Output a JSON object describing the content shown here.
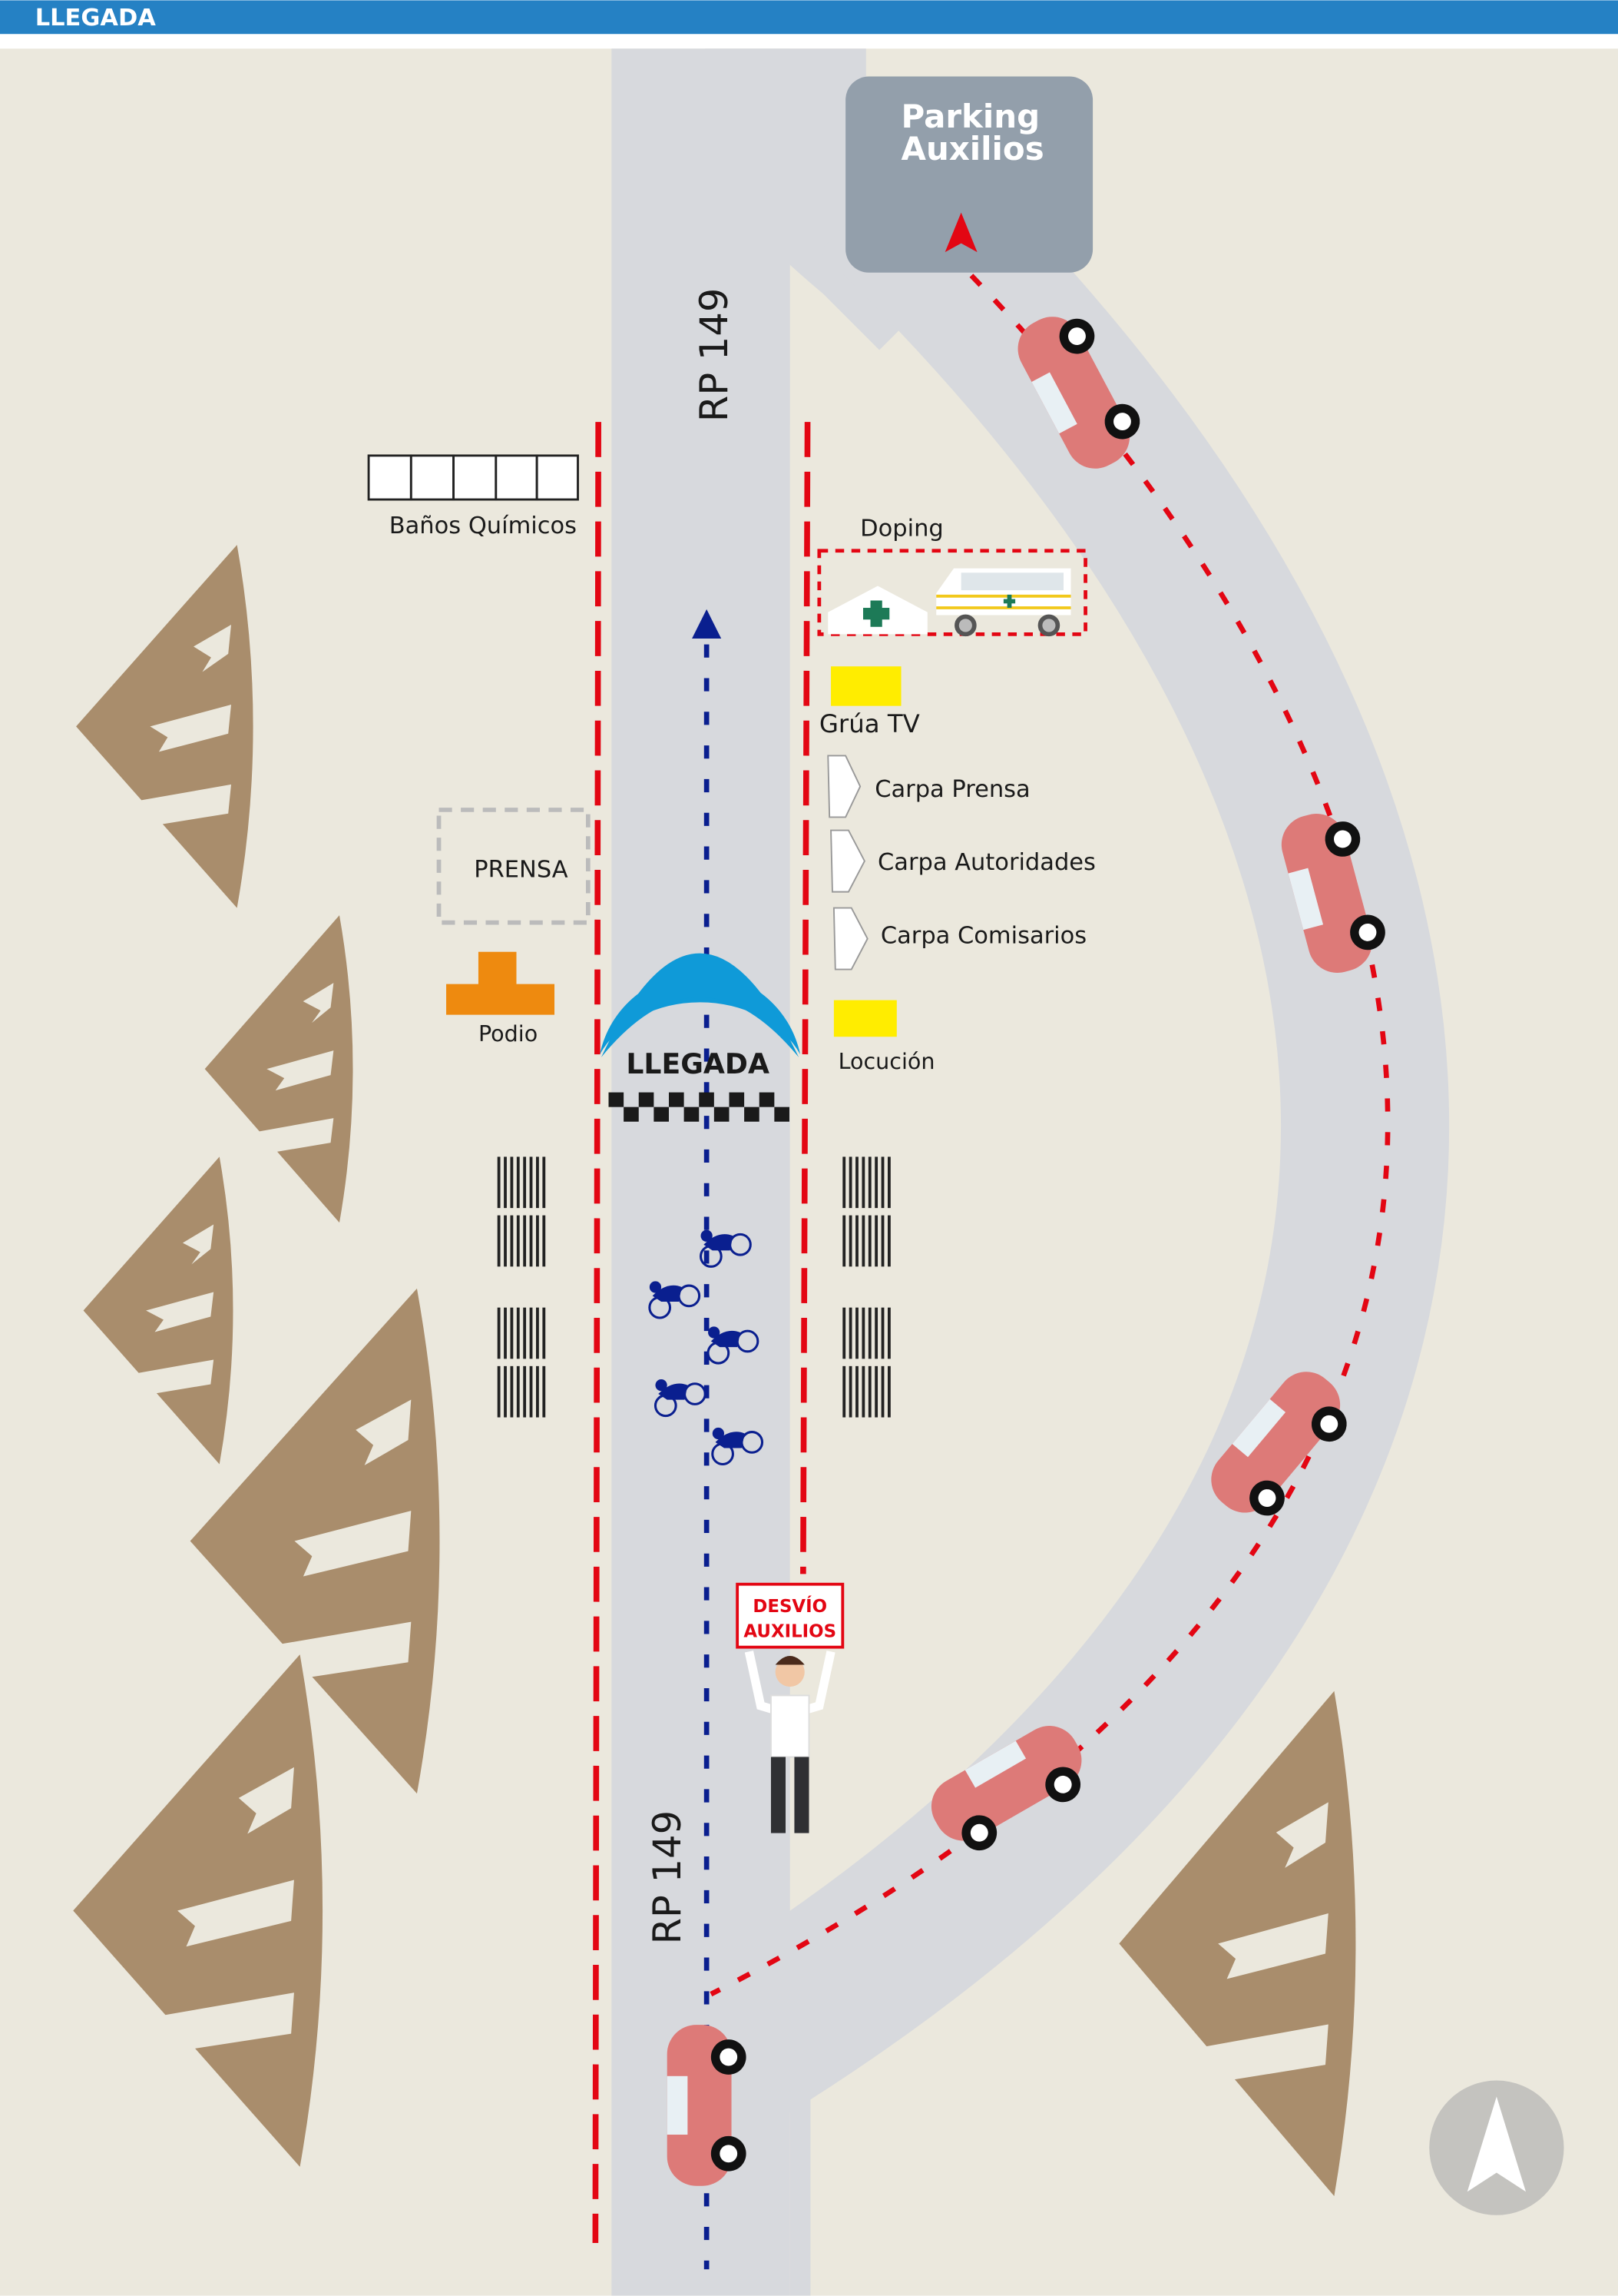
{
  "header": {
    "title": "LLEGADA"
  },
  "labels": {
    "parking_line1": "Parking",
    "parking_line2": "Auxilios",
    "road_top": "RP 149",
    "road_bottom": "RP 149",
    "banos": "Baños Químicos",
    "doping": "Doping",
    "grua": "Grúa TV",
    "carpa_prensa": "Carpa Prensa",
    "carpa_autoridades": "Carpa Autoridades",
    "carpa_comisarios": "Carpa Comisarios",
    "locucion": "Locución",
    "prensa": "PRENSA",
    "podio": "Podio",
    "llegada_arch": "LLEGADA",
    "sign_line1": "DESVÍO",
    "sign_line2": "AUXILIOS"
  },
  "colors": {
    "header": "#2581c4",
    "ground": "#ebe8dd",
    "road": "#d7d9dd",
    "parking": "#939fab",
    "route_red": "#e30613",
    "route_blue": "#0a1f8f",
    "mountain": "#a98d6c",
    "arch": "#0f9ad8",
    "podio": "#ee8a0f",
    "yellow": "#ffed00",
    "car": "#dd7a78"
  },
  "icons": [
    "compass-north-icon",
    "car-icon",
    "cyclist-icon",
    "ambulance-icon",
    "medical-tent-icon",
    "mountain-icon",
    "person-icon"
  ]
}
